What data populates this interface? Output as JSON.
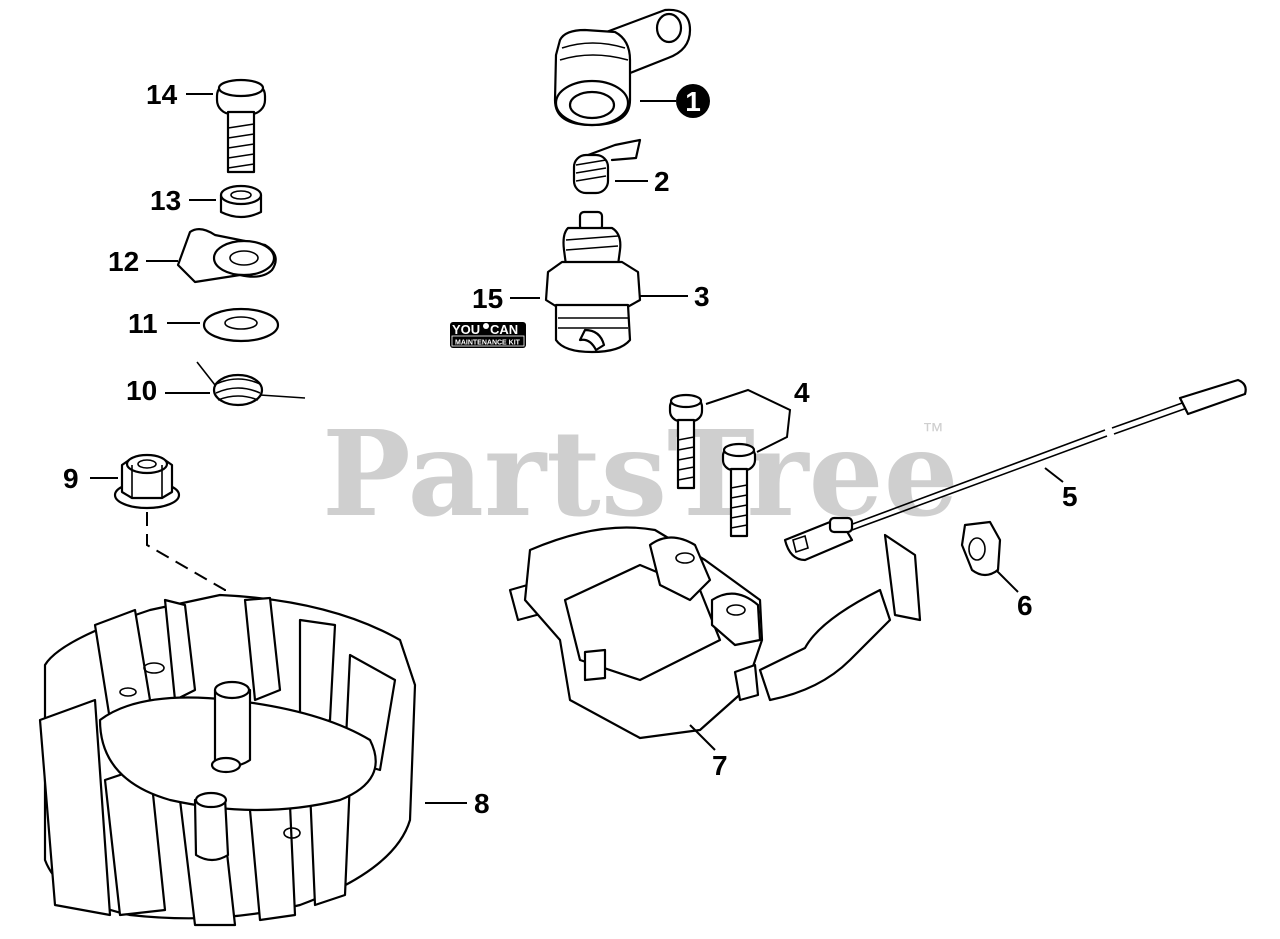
{
  "watermark": {
    "text": "PartsTree",
    "trademark": "™"
  },
  "kit_badge": {
    "line1": "YOU",
    "line1b": "CAN",
    "line2": "MAINTENANCE KIT"
  },
  "callouts": {
    "c1": "1",
    "c2": "2",
    "c3": "3",
    "c4": "4",
    "c5": "5",
    "c6": "6",
    "c7": "7",
    "c8": "8",
    "c9": "9",
    "c10": "10",
    "c11": "11",
    "c12": "12",
    "c13": "13",
    "c14": "14",
    "c15": "15"
  }
}
